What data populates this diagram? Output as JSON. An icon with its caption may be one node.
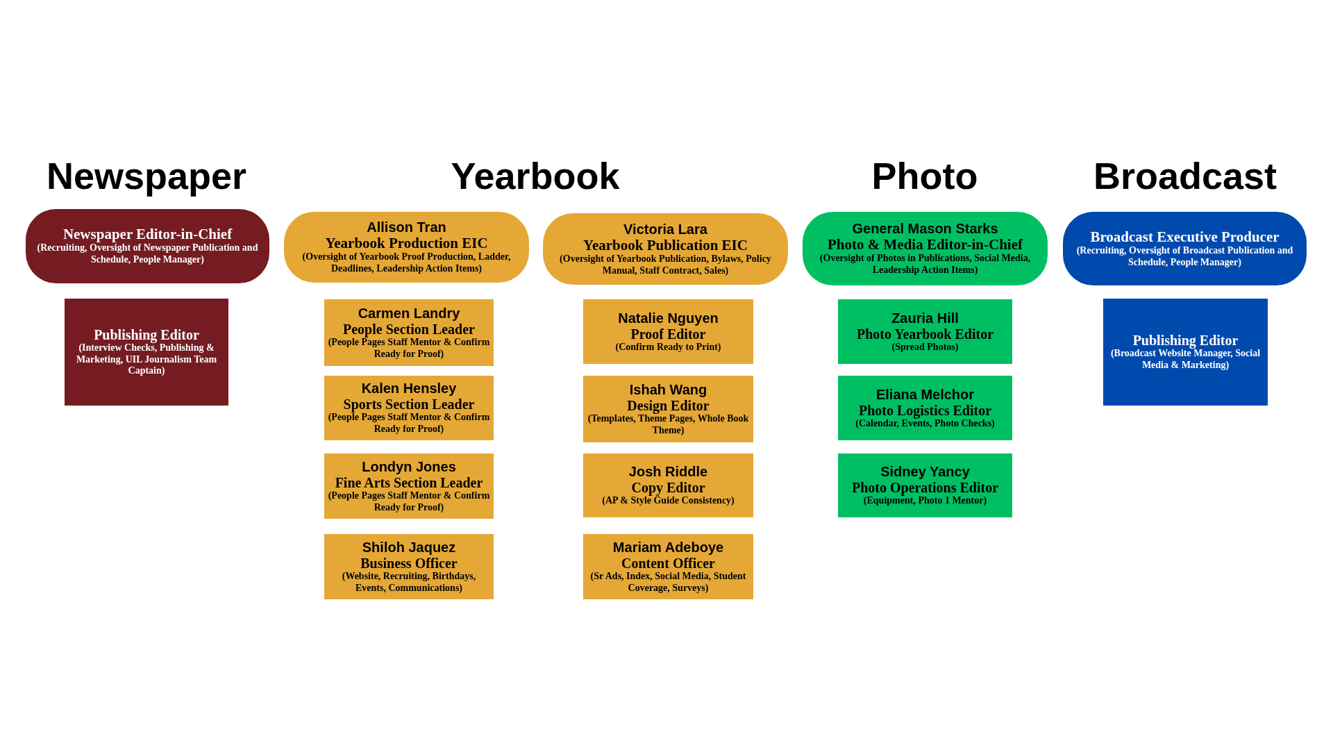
{
  "diagram": {
    "nodes": [
      {
        "text": [
          "Newspaper Editor-in-Chief",
          "(Recruiting, Oversight of Newspaper Publication and Schedule, People Manager)"
        ]
      },
      {
        "text": [
          "Publishing Editor",
          "(Interview Checks, Publishing & Marketing, UIL Journalism Team Captain)"
        ]
      },
      {
        "text": [
          "Allison Tran",
          "Yearbook Production EIC",
          "(Oversight of Yearbook Proof Production, Ladder, Deadlines, Leadership Action Items)"
        ]
      },
      {
        "text": [
          "Victoria Lara",
          "Yearbook Publication EIC",
          "(Oversight of Yearbook Publication, Bylaws, Policy Manual, Staff Contract, Sales)"
        ]
      },
      {
        "text": [
          "Carmen Landry",
          "People Section Leader",
          "(People Pages Staff Mentor & Confirm Ready for Proof)"
        ]
      },
      {
        "text": [
          "Natalie Nguyen",
          "Proof Editor",
          "(Confirm Ready to Print)"
        ]
      },
      {
        "text": [
          "Kalen Hensley",
          "Sports Section Leader",
          "(People Pages Staff Mentor & Confirm Ready for Proof)"
        ]
      },
      {
        "text": [
          "Ishah Wang",
          "Design Editor",
          "(Templates, Theme Pages, Whole Book Theme)"
        ]
      },
      {
        "text": [
          "Londyn Jones",
          "Fine Arts Section Leader",
          "(People Pages Staff Mentor & Confirm Ready for Proof)"
        ]
      },
      {
        "text": [
          "Josh Riddle",
          "Copy Editor",
          "(AP & Style Guide Consistency)"
        ]
      },
      {
        "text": [
          "Shiloh Jaquez",
          "Business Officer",
          "(Website, Recruiting, Birthdays, Events, Communications)"
        ]
      },
      {
        "text": [
          "Mariam Adeboye",
          "Content Officer",
          "(Sr Ads, Index, Social Media, Student Coverage, Surveys)"
        ]
      },
      {
        "text": [
          "General Mason Starks",
          "Photo & Media Editor-in-Chief",
          "(Oversight of Photos in Publications, Social Media, Leadership Action Items)"
        ]
      },
      {
        "text": [
          "Zauria Hill",
          "Photo Yearbook Editor",
          "(Spread Photos)"
        ]
      },
      {
        "text": [
          "Eliana Melchor",
          "Photo Logistics Editor",
          "(Calendar, Events, Photo Checks)"
        ]
      },
      {
        "text": [
          "Sidney Yancy",
          "Photo Operations Editor",
          "(Equipment, Photo 1 Mentor)"
        ]
      },
      {
        "text": [
          "Broadcast Executive Producer",
          "(Recruiting, Oversight of Broadcast Publication and Schedule, People Manager)"
        ]
      },
      {
        "text": [
          "Publishing Editor",
          "(Broadcast Website Manager, Social Media & Marketing)"
        ]
      }
    ],
    "labels": [
      "Newspaper",
      "Yearbook",
      "Photo",
      "Broadcast"
    ]
  }
}
